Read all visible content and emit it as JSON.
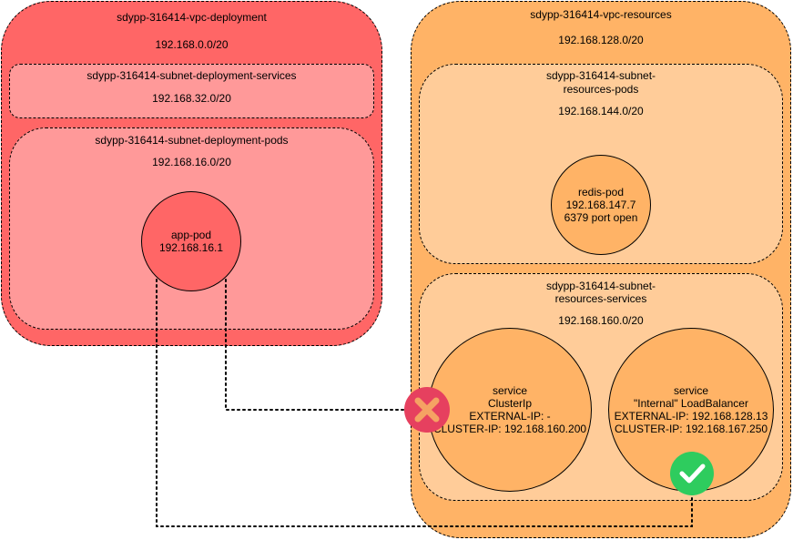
{
  "vpc_deployment": {
    "name": "sdypp-316414-vpc-deployment",
    "cidr": "192.168.0.0/20",
    "subnet_services": {
      "name": "sdypp-316414-subnet-deployment-services",
      "cidr": "192.168.32.0/20"
    },
    "subnet_pods": {
      "name": "sdypp-316414-subnet-deployment-pods",
      "cidr": "192.168.16.0/20",
      "app_pod": {
        "name": "app-pod",
        "ip": "192.168.16.1"
      }
    }
  },
  "vpc_resources": {
    "name": "sdypp-316414-vpc-resources",
    "cidr": "192.168.128.0/20",
    "subnet_pods": {
      "name_line1": "sdypp-316414-subnet-",
      "name_line2": "resources-pods",
      "cidr": "192.168.144.0/20",
      "redis_pod": {
        "name": "redis-pod",
        "ip": "192.168.147.7",
        "port": "6379 port open"
      }
    },
    "subnet_services": {
      "name_line1": "sdypp-316414-subnet-",
      "name_line2": "resources-services",
      "cidr": "192.168.160.0/20",
      "service_clusterip": {
        "line1": "service",
        "line2": "ClusterIp",
        "line3": "EXTERNAL-IP: -",
        "line4": "CLUSTER-IP: 192.168.160.200"
      },
      "service_lb": {
        "line1": "service",
        "line2": "\"Internal\" LoadBalancer",
        "line3": "EXTERNAL-IP: 192.168.128.13",
        "line4": "CLUSTER-IP: 192.168.167.250"
      }
    }
  },
  "status": {
    "blocked_icon": "x-circle-icon",
    "allowed_icon": "check-circle-icon",
    "blocked_color": "#e6405f",
    "allowed_color": "#2ecc5e"
  }
}
